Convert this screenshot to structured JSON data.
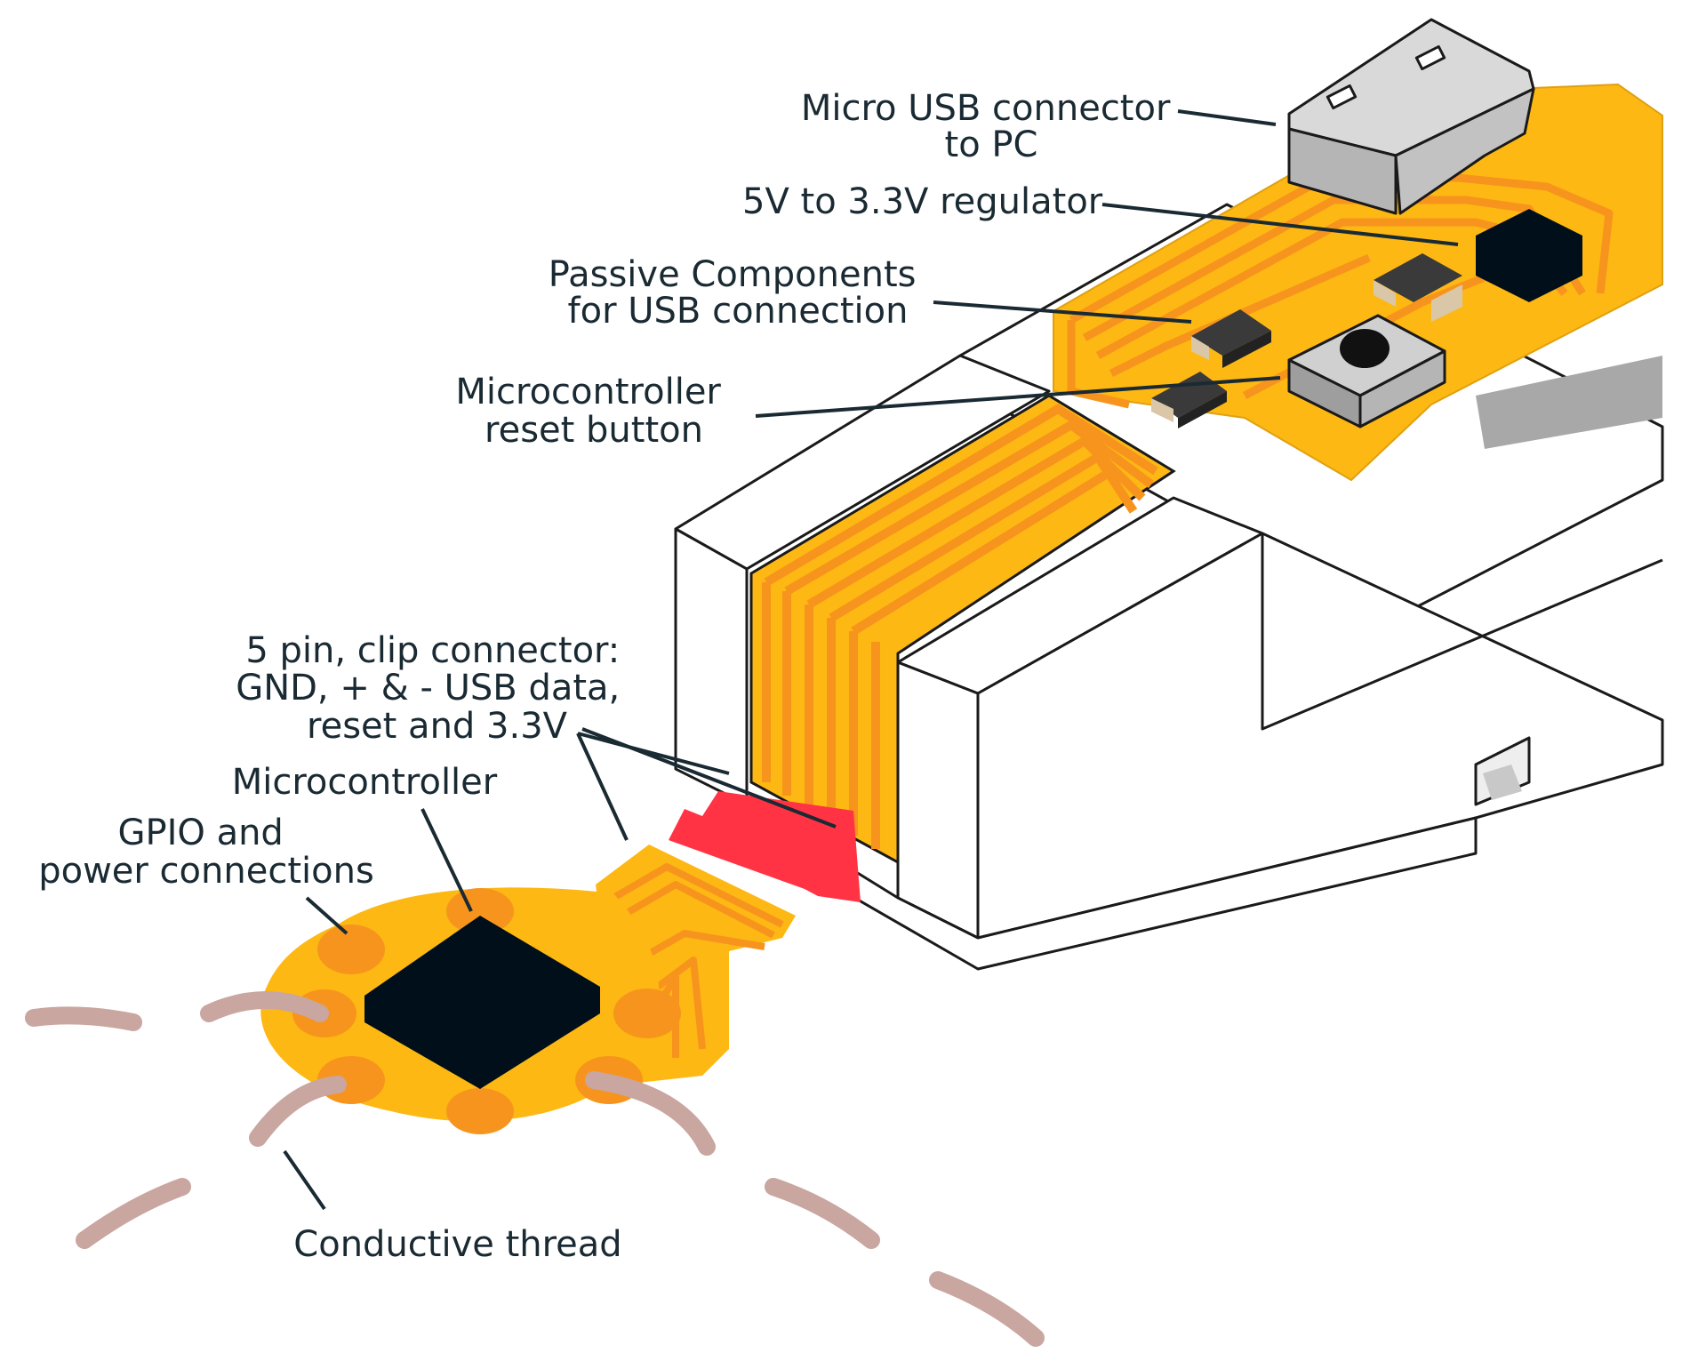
{
  "labels": {
    "usb_connector": [
      "Micro USB connector",
      "to PC"
    ],
    "regulator": [
      "5V to 3.3V regulator"
    ],
    "passive": [
      "Passive Components",
      "for USB connection"
    ],
    "reset": [
      "Microcontroller",
      "reset button"
    ],
    "clip": [
      "5 pin, clip connector:",
      "GND, + & - USB data,",
      "reset and 3.3V"
    ],
    "mcu": [
      "Microcontroller"
    ],
    "gpio": [
      "GPIO and",
      "power connections"
    ],
    "thread": [
      "Conductive thread"
    ]
  },
  "colors": {
    "flex_pcb": "#FDB813",
    "trace": "#F7941D",
    "chip": "#000F1A",
    "thread": "#C9A6A0",
    "arrow": "#FF3344",
    "housing_stroke": "#1a1a1a",
    "usb_metal": "#C8C8C8",
    "text": "#1a2a33"
  }
}
